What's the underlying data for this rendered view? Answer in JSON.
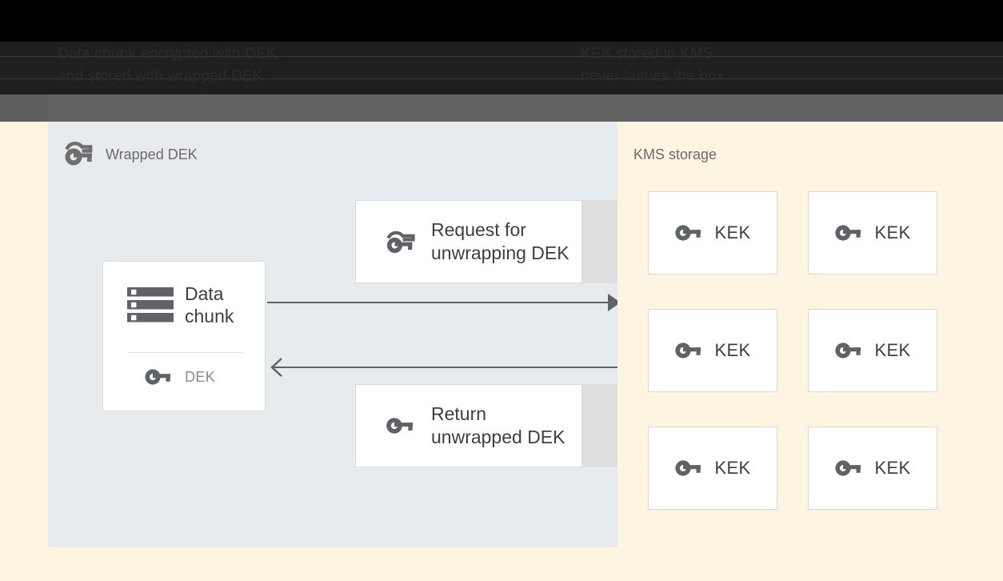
{
  "banner": {
    "left_caption": "Data chunk encrypted with DEK\nand stored with wrapped DEK",
    "right_caption": "KEK stored in KMS\nnever leaves the box"
  },
  "client_panel": {
    "title": "Wrapped DEK",
    "title_icon": "wrapped-key-icon",
    "data_chunk_card": {
      "icon": "storage-icon",
      "label": "Data\nchunk",
      "key_icon": "key-icon",
      "key_label": "DEK"
    },
    "messages": [
      {
        "icon": "wrapped-key-icon",
        "label": "Request for\nunwrapping DEK"
      },
      {
        "icon": "key-icon",
        "label": "Return\nunwrapped DEK"
      }
    ],
    "arrows": [
      {
        "name": "request-arrow",
        "direction": "right"
      },
      {
        "name": "return-arrow",
        "direction": "left"
      }
    ]
  },
  "kms_panel": {
    "title": "KMS storage",
    "kek_cards": [
      {
        "icon": "key-icon",
        "label": "KEK"
      },
      {
        "icon": "key-icon",
        "label": "KEK"
      },
      {
        "icon": "key-icon",
        "label": "KEK"
      },
      {
        "icon": "key-icon",
        "label": "KEK"
      },
      {
        "icon": "key-icon",
        "label": "KEK"
      },
      {
        "icon": "key-icon",
        "label": "KEK"
      }
    ]
  },
  "colors": {
    "banner_black": "#000000",
    "banner_dark": "#1f1f1f",
    "banner_gray_bar": "#636363",
    "client_panel_bg": "#e7ebee",
    "kms_panel_bg": "#fdf5e2",
    "card_bg": "#ffffff",
    "icon_gray": "#5f6368",
    "text_dark": "#3c4043",
    "text_muted": "#6b6b6b"
  }
}
